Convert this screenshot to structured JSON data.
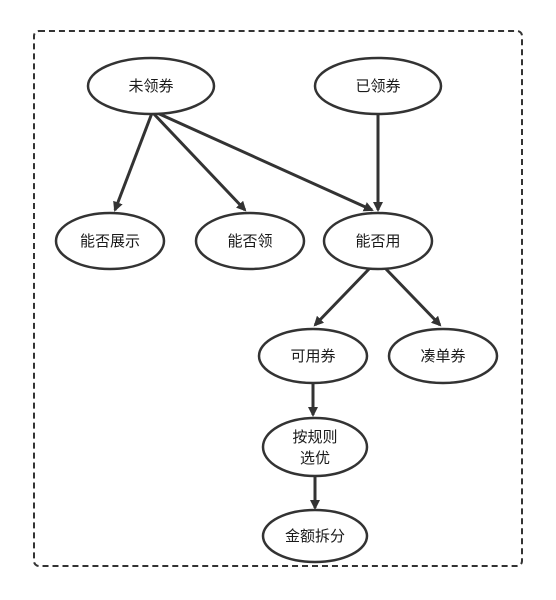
{
  "nodes": {
    "not_claimed": "未领券",
    "claimed": "已领券",
    "can_display": "能否展示",
    "can_claim": "能否领",
    "can_use": "能否用",
    "usable": "可用券",
    "combo": "凑单券",
    "select_line1": "按规则",
    "select_line2": "选优",
    "amount_split": "金额拆分"
  },
  "colors": {
    "node_fill": "#ffffff",
    "stroke": "#333333",
    "text": "#1a1a1a"
  }
}
